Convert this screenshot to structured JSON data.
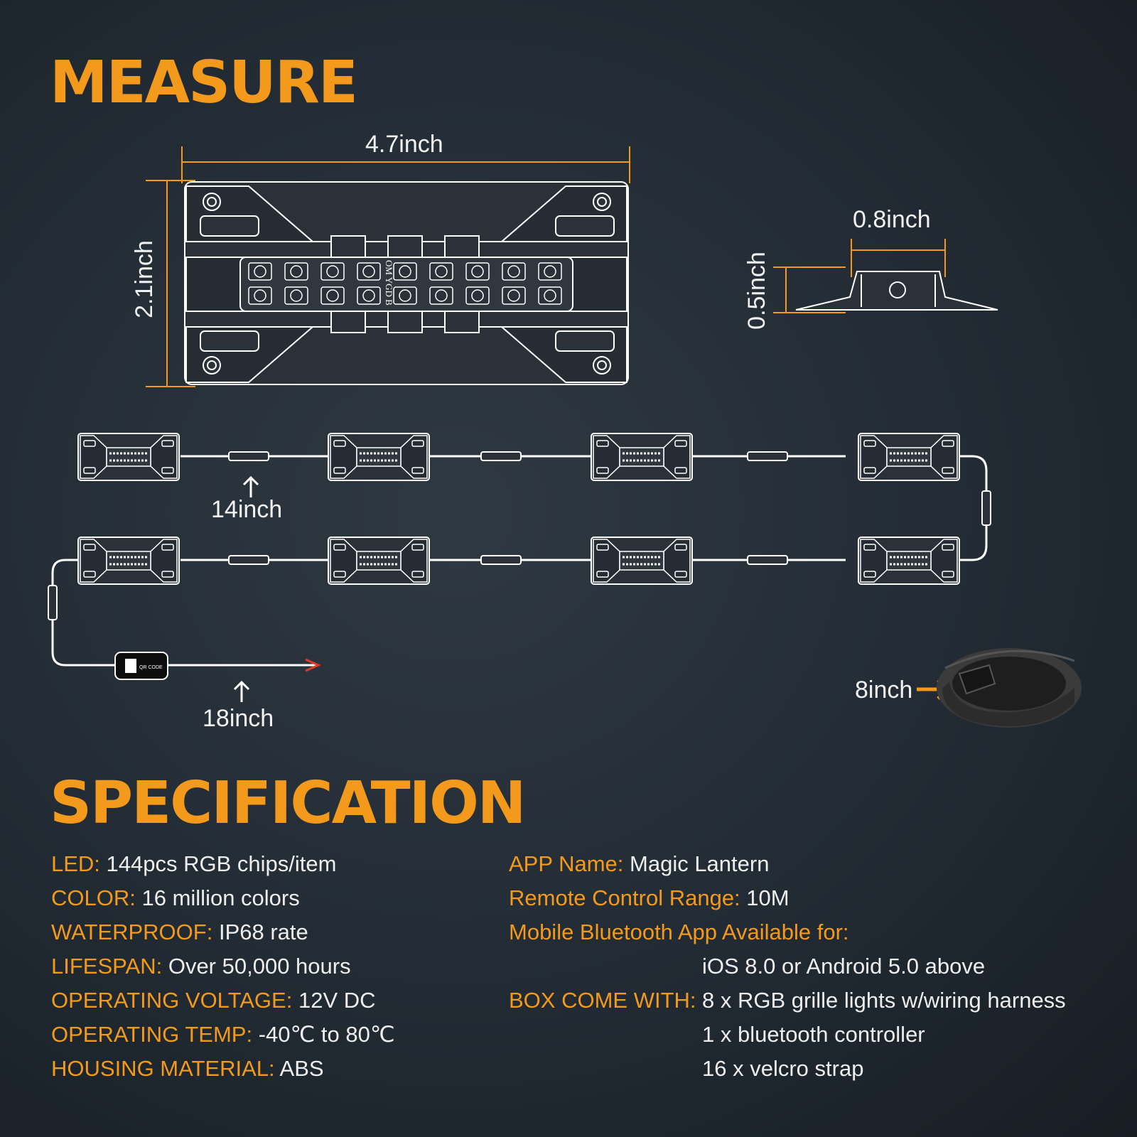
{
  "titles": {
    "measure": "MEASURE",
    "specification": "SPECIFICATION"
  },
  "colors": {
    "accent": "#f39a1c",
    "text": "#eeeeee",
    "background": "#222b33"
  },
  "measure": {
    "width": "4.7inch",
    "height": "2.1inch",
    "side_width": "0.8inch",
    "side_height": "0.5inch",
    "lamp_marking": "OM YGD B",
    "cable_gap": "14inch",
    "lead_length": "18inch",
    "strap_length": "8inch",
    "controller_label": "QR CODE"
  },
  "specs_left": [
    {
      "key": "LED:",
      "value": "144pcs RGB chips/item"
    },
    {
      "key": "COLOR:",
      "value": "16 million colors"
    },
    {
      "key": "WATERPROOF:",
      "value": "IP68 rate"
    },
    {
      "key": "LIFESPAN:",
      "value": "Over 50,000 hours"
    },
    {
      "key": "OPERATING VOLTAGE:",
      "value": "12V DC"
    },
    {
      "key": "OPERATING TEMP:",
      "value": "-40℃ to 80℃"
    },
    {
      "key": "HOUSING MATERIAL:",
      "value": "ABS"
    }
  ],
  "specs_right": {
    "app_key": "APP Name:",
    "app_value": "Magic Lantern",
    "range_key": "Remote Control Range:",
    "range_value": "10M",
    "bluetooth_key": "Mobile Bluetooth App Available for:",
    "bluetooth_value": "iOS 8.0 or Android 5.0 above",
    "box_key": "BOX COME WITH:",
    "box_items": [
      "8 x RGB grille lights w/wiring harness",
      "1 x bluetooth controller",
      "16 x velcro strap"
    ]
  }
}
